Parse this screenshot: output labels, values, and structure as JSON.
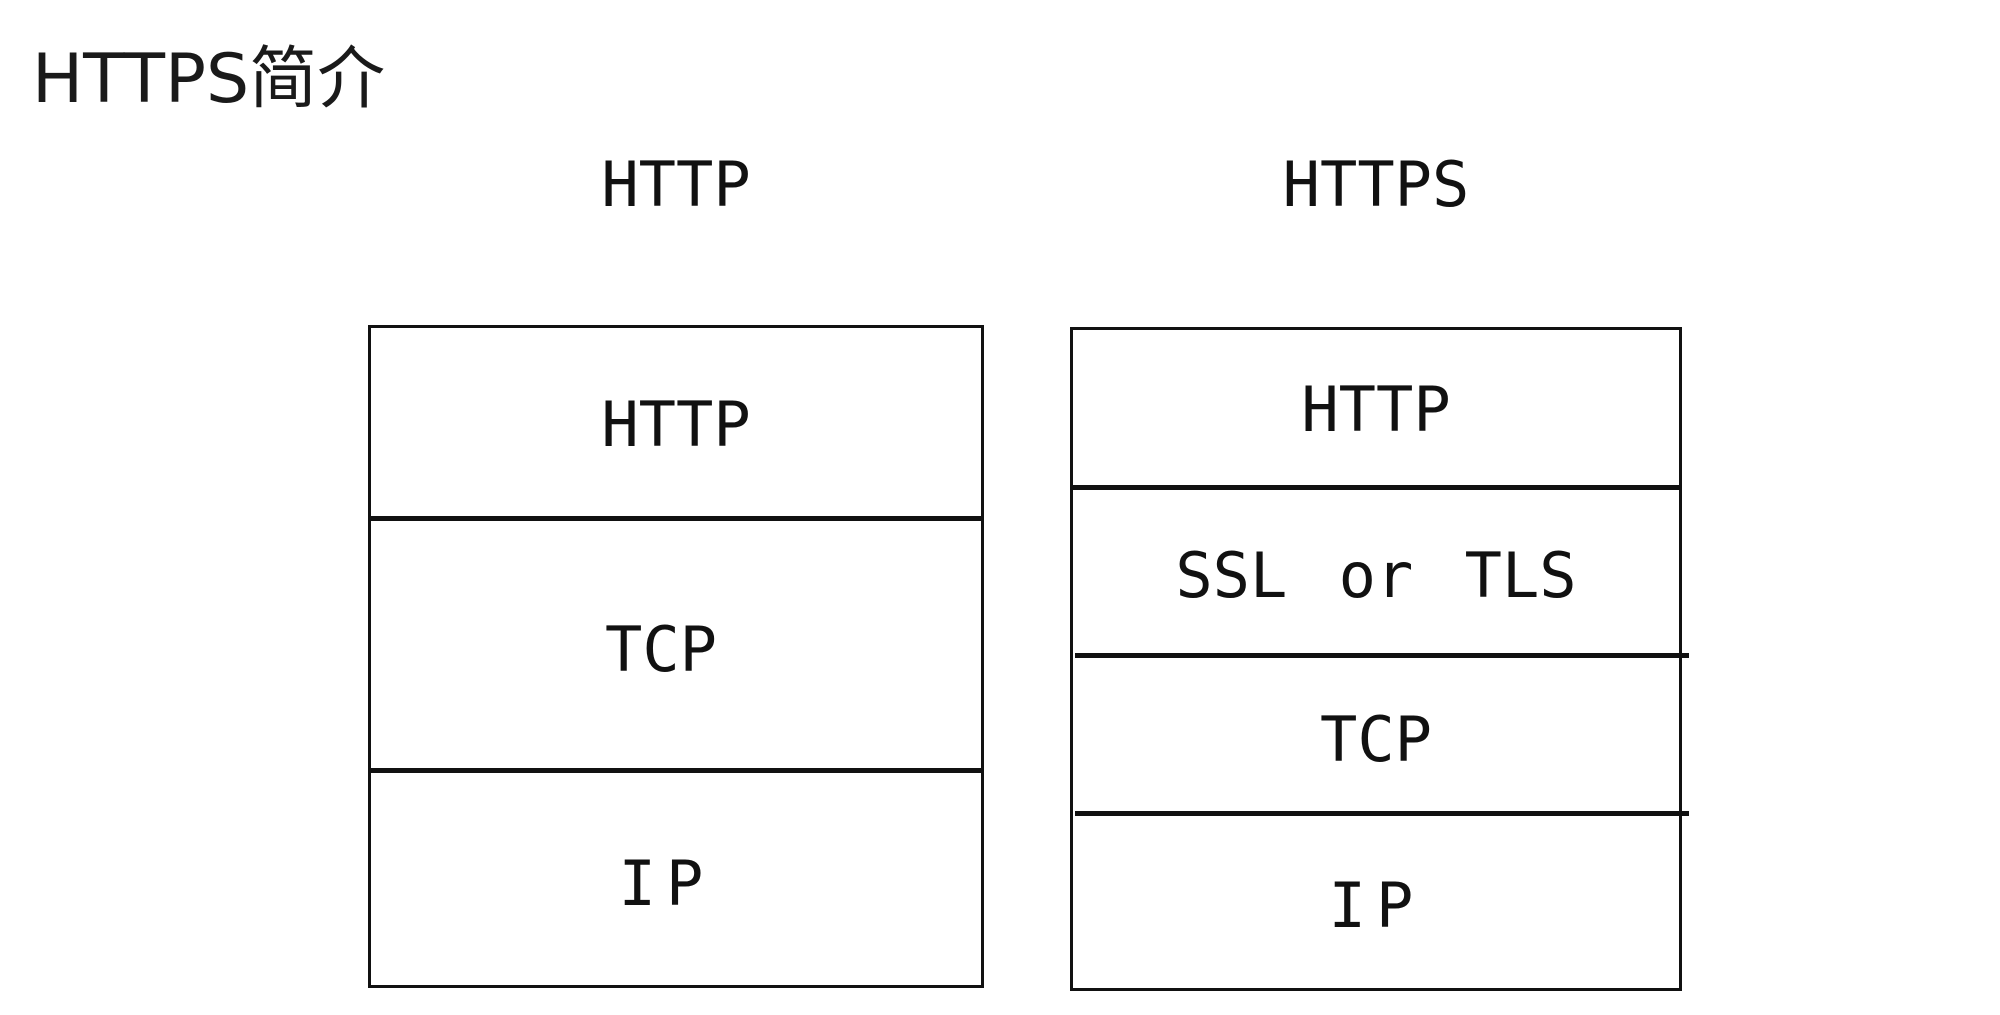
{
  "page": {
    "title": "HTTPS简介"
  },
  "http_stack": {
    "header": "HTTP",
    "layers": [
      "HTTP",
      "TCP",
      "IP"
    ]
  },
  "https_stack": {
    "header": "HTTPS",
    "layers": [
      "HTTP",
      "SSL or TLS",
      "TCP",
      "IP"
    ]
  },
  "colors": {
    "line": "#111111",
    "text": "#111111",
    "background": "#ffffff"
  }
}
